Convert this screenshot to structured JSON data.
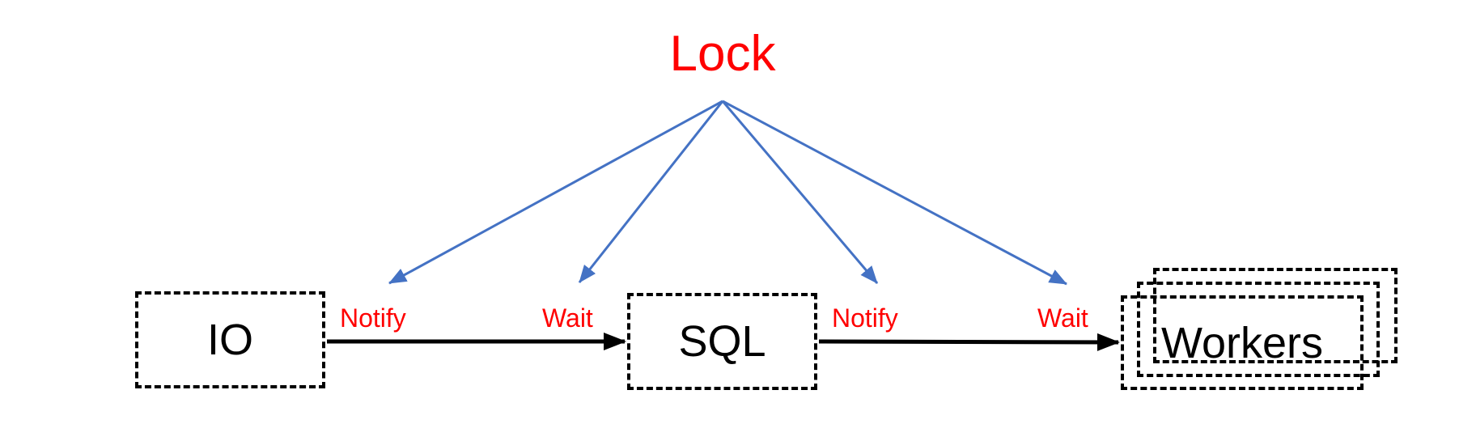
{
  "diagram": {
    "lock_label": "Lock",
    "nodes": {
      "io": {
        "label": "IO"
      },
      "sql": {
        "label": "SQL"
      },
      "workers": {
        "label": "Workers",
        "stack_count": 3
      }
    },
    "edge_labels": {
      "io_sql_notify": "Notify",
      "io_sql_wait": "Wait",
      "sql_workers_notify": "Notify",
      "sql_workers_wait": "Wait"
    },
    "flow": [
      {
        "from": "IO",
        "to": "SQL",
        "labels": [
          "Notify",
          "Wait"
        ]
      },
      {
        "from": "SQL",
        "to": "Workers",
        "labels": [
          "Notify",
          "Wait"
        ]
      }
    ],
    "lock_targets": [
      "io_sql_notify",
      "io_sql_wait",
      "sql_workers_notify",
      "sql_workers_wait"
    ]
  },
  "colors": {
    "label_red": "#ff0000",
    "arrow_blue": "#4472c4",
    "shape_black": "#000000",
    "background": "#ffffff"
  }
}
